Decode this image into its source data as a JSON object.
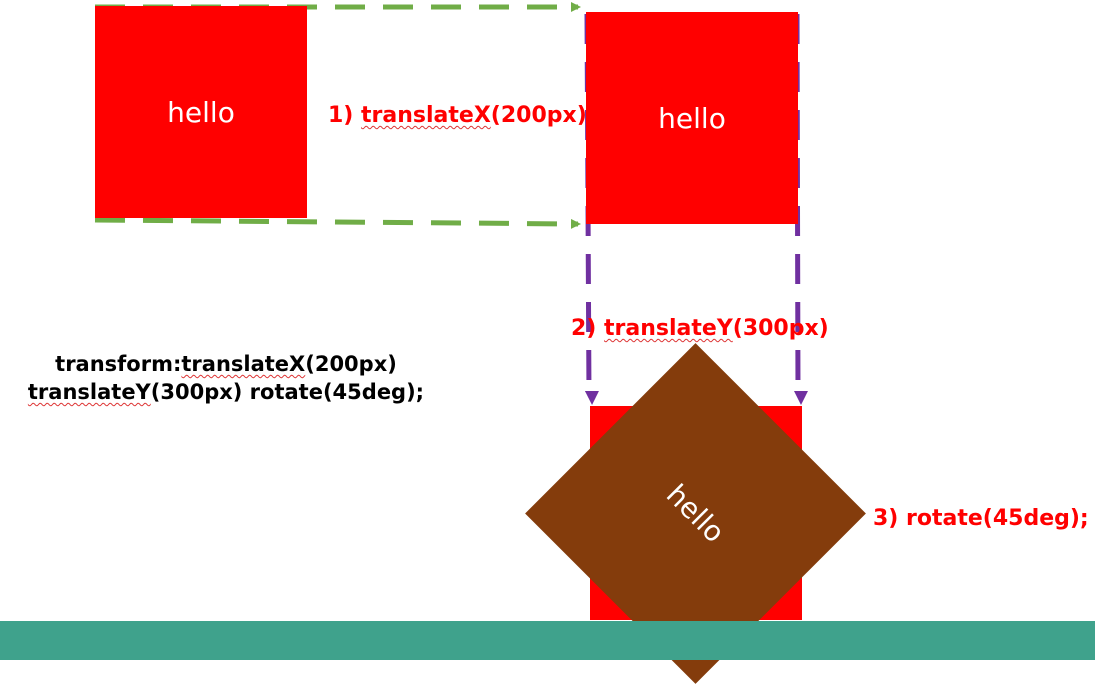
{
  "colors": {
    "box": "#ff0000",
    "rotated_box": "#843c0c",
    "label_text": "#ff0000",
    "code_text": "#000000",
    "green_arrow": "#70ad47",
    "purple_arrow": "#7030a0",
    "footer_bar": "#3fa28c"
  },
  "boxes": {
    "original": {
      "text": "hello"
    },
    "translated_x": {
      "text": "hello"
    },
    "translated_y": {
      "text": ""
    },
    "rotated": {
      "text": "hello"
    }
  },
  "steps": {
    "step1": {
      "prefix": "1) ",
      "fn": "translateX",
      "arg": "(200px)"
    },
    "step2": {
      "prefix": "2) ",
      "fn": "translateY",
      "arg": "(300px)"
    },
    "step3": {
      "text": "3) rotate(45deg);"
    }
  },
  "code": {
    "line1_a": "transform:",
    "line1_fn": "translateX",
    "line1_b": "(200px)",
    "line2_fn": "translateY",
    "line2_b": "(300px) rotate(45deg);"
  }
}
